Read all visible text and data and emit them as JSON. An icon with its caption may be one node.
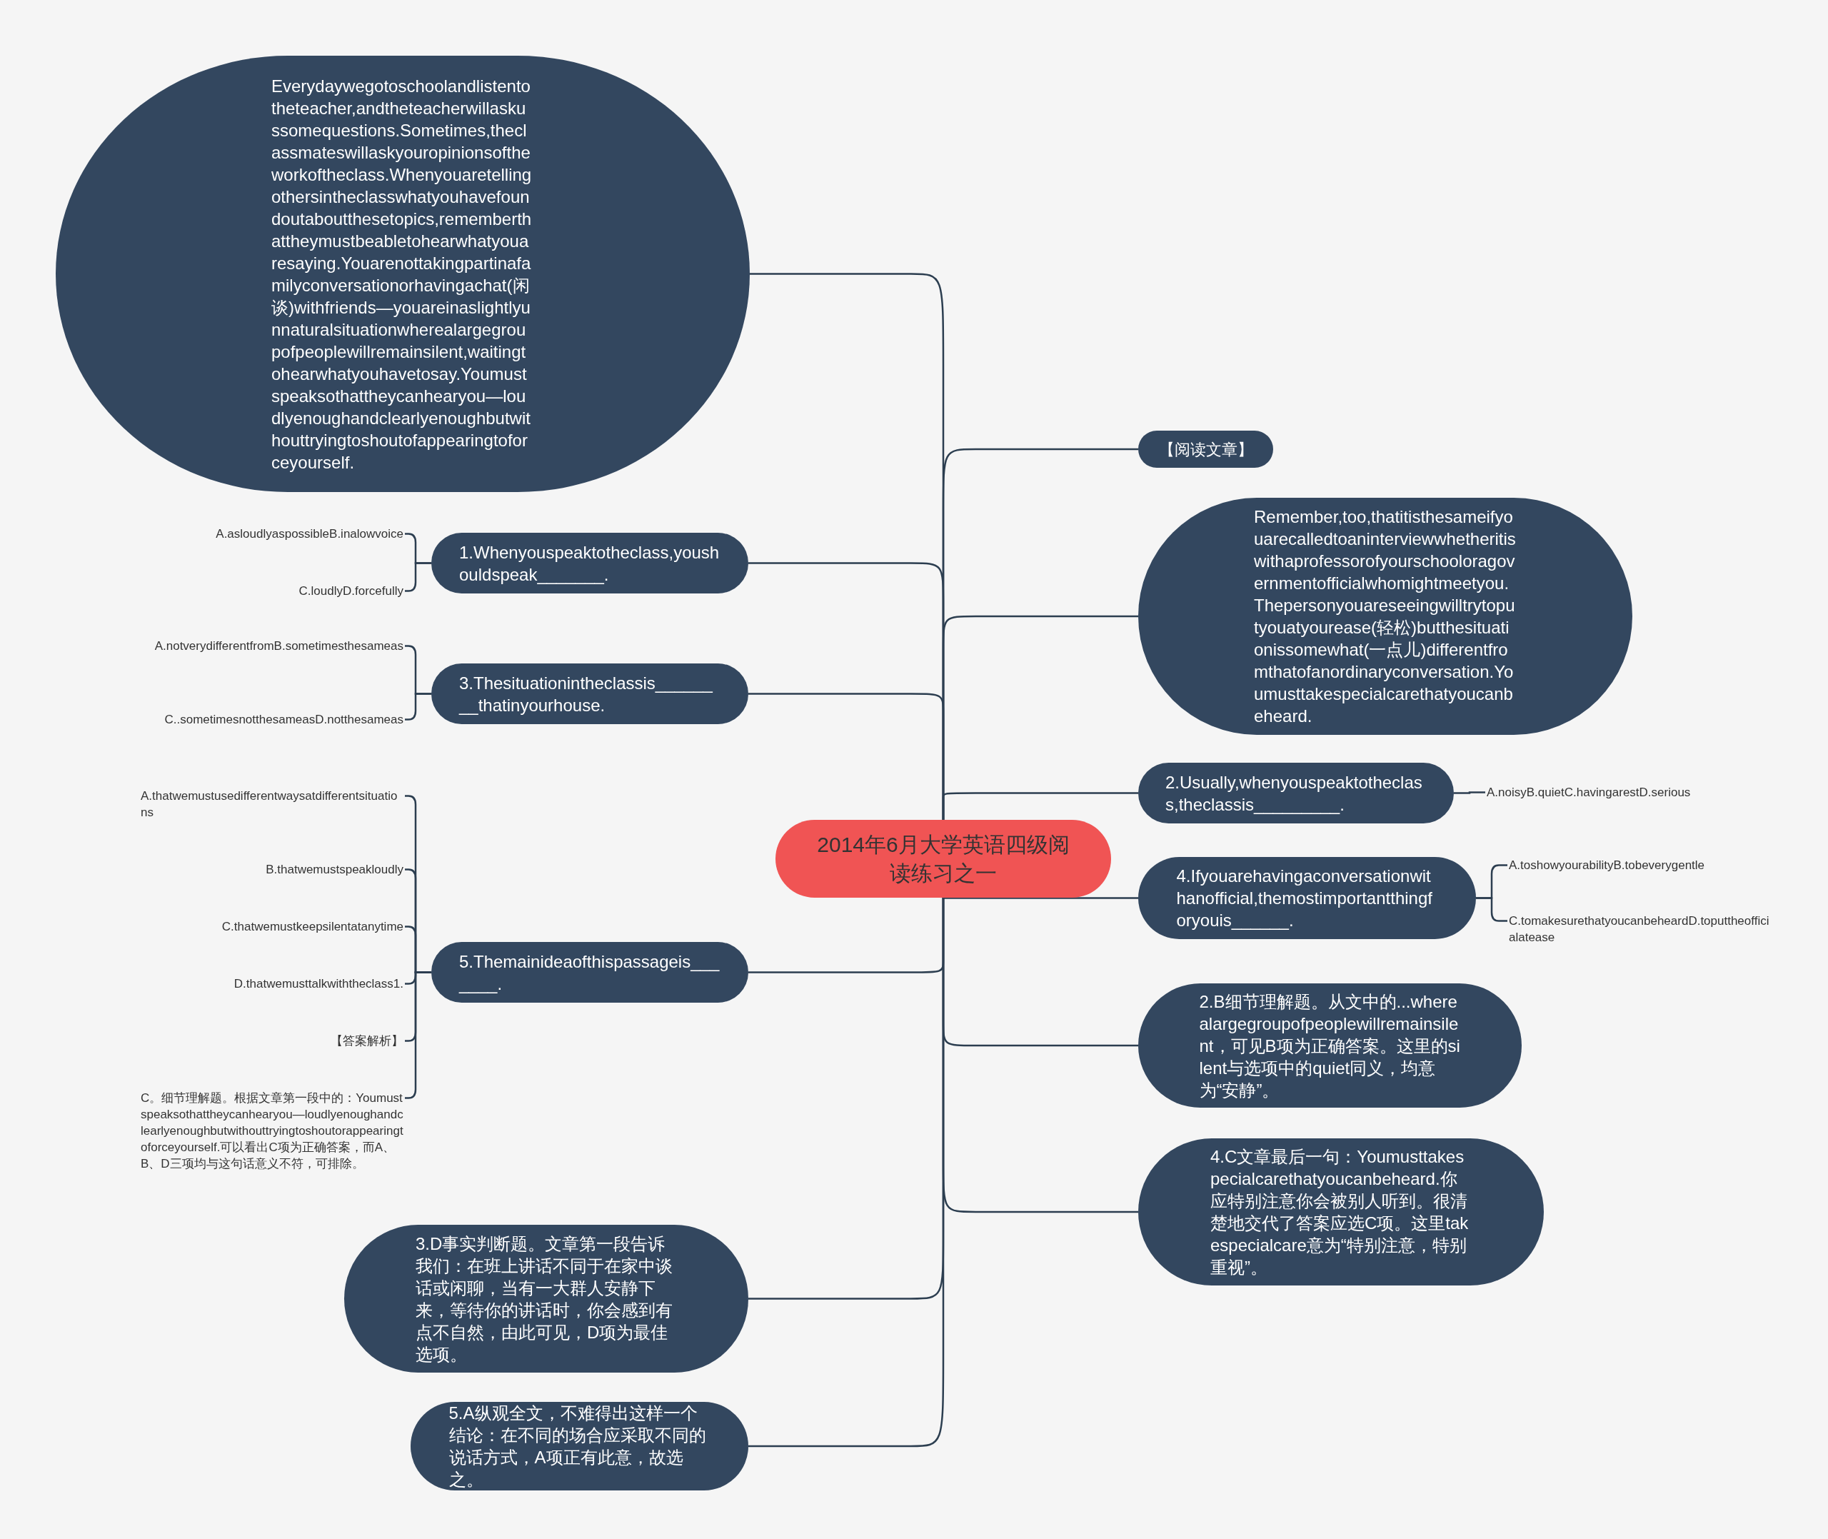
{
  "diagram": {
    "nodes": [
      {
        "text": [
          "2014年6月大学英语四级阅读练习之一"
        ]
      },
      {
        "text": [
          "Everydaywegotoschoolandlistentotheteacher,andtheteacherwillaskussomequestions.Sometimes,theclassmateswillaskyouropinionsoftheworkoftheclass.Whenyouaretellingothersintheclasswhatyouhavefoundoutaboutthesetopics,rememberthattheymustbeabletohearwhatyouaresaying.Youarenottakingpartinafamilyconversationorhavingachat(闲谈)withfriends—youareinaslightlyunnaturalsituationwherealargegroupofpeoplewillremainsilent,waitingtohearwhatyouhavetosay.Youmustspeaksothattheycanhearyou—loudlyenoughandclearlyenoughbutwithouttryingtoshoutofappearingtoforceyourself."
        ]
      },
      {
        "text": [
          "1.Whenyouspeaktotheclass,youshouldspeak_______."
        ]
      },
      {
        "text": [
          "A.asloudlyaspossibleB.inalowvoice"
        ]
      },
      {
        "text": [
          "C.loudlyD.forcefully"
        ]
      },
      {
        "text": [
          "3.Thesituationintheclassis________thatinyourhouse."
        ]
      },
      {
        "text": [
          "A.notverydifferentfromB.sometimesthesameas"
        ]
      },
      {
        "text": [
          "C..sometimesnotthesameasD.notthesameas"
        ]
      },
      {
        "text": [
          "5.Themainideaofthispassageis_______."
        ]
      },
      {
        "text": [
          "A.thatwemustusedifferentwaysatdifferentsituations"
        ]
      },
      {
        "text": [
          "B.thatwemustspeakloudly"
        ]
      },
      {
        "text": [
          "C.thatwemustkeepsilentatanytime"
        ]
      },
      {
        "text": [
          "D.thatwemusttalkwiththeclass1."
        ]
      },
      {
        "text": [
          "【答案解析】"
        ]
      },
      {
        "text": [
          "C。细节理解题。根据文章第一段中的：Youmustspeaksothattheycanhearyou—loudlyenoughandclearlyenoughbutwithouttryingtoshoutorappearingtoforceyourself.可以看出C项为正确答案，而A、B、D三项均与这句话意义不符，可排除。"
        ]
      },
      {
        "text": [
          "3.D事实判断题。文章第一段告诉我们：在班上讲话不同于在家中谈话或闲聊，当有一大群人安静下来，等待你的讲话时，你会感到有点不自然，由此可见，D项为最佳选项。"
        ]
      },
      {
        "text": [
          "5.A纵观全文，不难得出这样一个结论：在不同的场合应采取不同的说话方式，A项正有此意，故选之。"
        ]
      },
      {
        "text": [
          "【阅读文章】"
        ]
      },
      {
        "text": [
          "Remember,too,thatitisthesameifyouarecalledtoaninterviewwhetheritiswithaprofessorofyourschooloragovernmentofficialwhomightmeetyou.Thepersonyouareseeingwilltrytoputyouatyourease(轻松)butthesituationissomewhat(一点儿)differentfromthatofanordinaryconversation.Youmusttakespecialcarethatyoucanbeheard."
        ]
      },
      {
        "text": [
          "2.Usually,whenyouspeaktotheclass,theclassis_________."
        ]
      },
      {
        "text": [
          "A.noisyB.quietC.havingarestD.serious"
        ]
      },
      {
        "text": [
          "4.Ifyouarehavingaconversationwithanofficial,themostimportantthingforyouis______."
        ]
      },
      {
        "text": [
          "A.toshowyourabilityB.tobeverygentle"
        ]
      },
      {
        "text": [
          "C.tomakesurethatyoucanbeheardD.toputtheofficialatease"
        ]
      },
      {
        "text": [
          "2.B细节理解题。从文中的...wherealargegroupofpeoplewillremainsilent，可见B项为正确答案。这里的silent与选项中的quiet同义，均意为“安静”。"
        ]
      },
      {
        "text": [
          "4.C文章最后一句：Youmusttakespecialcarethatyoucanbeheard.你应特别注意你会被别人听到。很清楚地交代了答案应选C项。这里takespecialcare意为“特别注意，特别重视”。"
        ]
      }
    ],
    "edges": [
      {
        "from": 0,
        "to": 1,
        "arrow": "none"
      },
      {
        "from": 0,
        "to": 2,
        "arrow": "none"
      },
      {
        "from": 0,
        "to": 5,
        "arrow": "none"
      },
      {
        "from": 0,
        "to": 8,
        "arrow": "none"
      },
      {
        "from": 0,
        "to": 15,
        "arrow": "none"
      },
      {
        "from": 0,
        "to": 16,
        "arrow": "none"
      },
      {
        "from": 0,
        "to": 17,
        "arrow": "none"
      },
      {
        "from": 0,
        "to": 18,
        "arrow": "none"
      },
      {
        "from": 0,
        "to": 19,
        "arrow": "none"
      },
      {
        "from": 0,
        "to": 21,
        "arrow": "none"
      },
      {
        "from": 0,
        "to": 24,
        "arrow": "none"
      },
      {
        "from": 0,
        "to": 25,
        "arrow": "none"
      },
      {
        "from": 2,
        "to": 3,
        "arrow": "none"
      },
      {
        "from": 2,
        "to": 4,
        "arrow": "none"
      },
      {
        "from": 5,
        "to": 6,
        "arrow": "none"
      },
      {
        "from": 5,
        "to": 7,
        "arrow": "none"
      },
      {
        "from": 8,
        "to": 9,
        "arrow": "none"
      },
      {
        "from": 8,
        "to": 10,
        "arrow": "none"
      },
      {
        "from": 8,
        "to": 11,
        "arrow": "none"
      },
      {
        "from": 8,
        "to": 12,
        "arrow": "none"
      },
      {
        "from": 8,
        "to": 13,
        "arrow": "none"
      },
      {
        "from": 8,
        "to": 14,
        "arrow": "none"
      },
      {
        "from": 19,
        "to": 20,
        "arrow": "none"
      },
      {
        "from": 21,
        "to": 22,
        "arrow": "none"
      },
      {
        "from": 21,
        "to": 23,
        "arrow": "none"
      }
    ]
  }
}
